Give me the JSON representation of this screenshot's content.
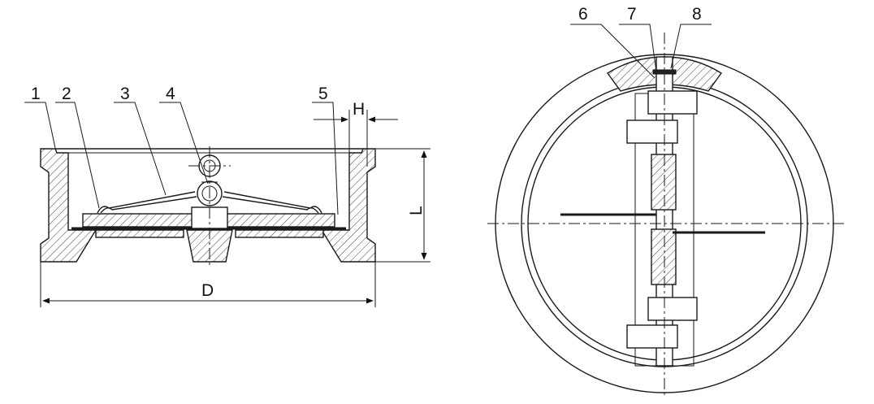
{
  "callouts": [
    {
      "id": "1",
      "text": "1"
    },
    {
      "id": "2",
      "text": "2"
    },
    {
      "id": "3",
      "text": "3"
    },
    {
      "id": "4",
      "text": "4"
    },
    {
      "id": "5",
      "text": "5"
    },
    {
      "id": "6",
      "text": "6"
    },
    {
      "id": "7",
      "text": "7"
    },
    {
      "id": "8",
      "text": "8"
    }
  ],
  "dimensions": {
    "height": "H",
    "length": "L",
    "diameter": "D"
  }
}
